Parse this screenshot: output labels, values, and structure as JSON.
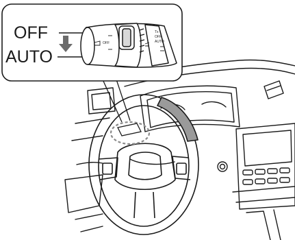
{
  "callout": {
    "off_label": "OFF",
    "auto_label": "AUTO",
    "stalk_marks": {
      "left_small": "OFF",
      "top_small_1": "Tx",
      "top_small_2": "OFF",
      "top_small_3": "AUTO"
    }
  },
  "colors": {
    "line": "#1a1a1a",
    "arrow": "#6b6b6b",
    "highlight": "#7a7a7a",
    "dashes": "#8a8a8a"
  }
}
